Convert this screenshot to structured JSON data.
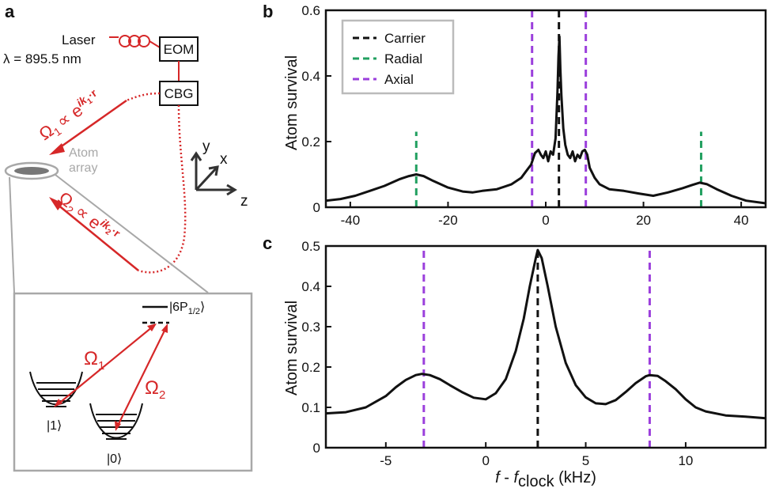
{
  "panel_labels": {
    "a": "a",
    "b": "b",
    "c": "c"
  },
  "schematic": {
    "laser_label": "Laser",
    "wavelength": "λ = 895.5 nm",
    "eom_label": "EOM",
    "cbg_label": "CBG",
    "beam1_omega": "Ω",
    "beam1_sub": "1",
    "beam1_prop": "∝ e",
    "beam1_exp": "ik",
    "beam1_exp_sub": "1",
    "beam1_exp_r": "·r",
    "beam2_omega": "Ω",
    "beam2_sub": "2",
    "beam2_prop": "∝ e",
    "beam2_exp": "ik",
    "beam2_exp_sub": "2",
    "beam2_exp_r": "·r",
    "atom_label_1": "Atom",
    "atom_label_2": "array",
    "axis_x": "x",
    "axis_y": "y",
    "axis_z": "z",
    "level_excited": "|6P",
    "level_excited_sub": "1/2",
    "level_excited_close": "⟩",
    "level_one": "|1⟩",
    "level_zero": "|0⟩",
    "omega1_omega": "Ω",
    "omega1_sub": "1",
    "omega2_omega": "Ω",
    "omega2_sub": "2",
    "colors": {
      "beam": "#d62728",
      "atom": "#a8a8a8"
    }
  },
  "chart_data": [
    {
      "id": "b",
      "type": "line",
      "xlabel": "",
      "ylabel": "Atom survival",
      "xlim": [
        -45,
        45
      ],
      "ylim": [
        0,
        0.6
      ],
      "xticks": [
        -40,
        -20,
        0,
        20,
        40
      ],
      "yticks": [
        0,
        0.2,
        0.4,
        0.6
      ],
      "x": [
        -45,
        -42,
        -39,
        -36,
        -33,
        -30,
        -28,
        -26.5,
        -25,
        -23,
        -20,
        -17,
        -15,
        -13,
        -10,
        -7,
        -5,
        -4,
        -3,
        -2.2,
        -1.5,
        -1,
        -0.5,
        0,
        0.5,
        1,
        1.5,
        2,
        2.4,
        2.6,
        2.8,
        3,
        3.2,
        3.6,
        4,
        4.5,
        5,
        5.5,
        6,
        6.5,
        7,
        7.5,
        8,
        8.5,
        9,
        10,
        11,
        13,
        16,
        19,
        22,
        25,
        28,
        30,
        31.5,
        33,
        35,
        38,
        41,
        45
      ],
      "y": [
        0.02,
        0.025,
        0.035,
        0.05,
        0.065,
        0.085,
        0.095,
        0.1,
        0.095,
        0.08,
        0.06,
        0.048,
        0.045,
        0.05,
        0.055,
        0.07,
        0.09,
        0.11,
        0.13,
        0.165,
        0.175,
        0.16,
        0.15,
        0.17,
        0.14,
        0.17,
        0.16,
        0.21,
        0.35,
        0.46,
        0.52,
        0.42,
        0.34,
        0.24,
        0.19,
        0.16,
        0.15,
        0.17,
        0.14,
        0.16,
        0.15,
        0.17,
        0.175,
        0.16,
        0.12,
        0.09,
        0.07,
        0.055,
        0.05,
        0.042,
        0.035,
        0.045,
        0.058,
        0.068,
        0.075,
        0.07,
        0.055,
        0.035,
        0.02,
        0.012
      ],
      "vlines": [
        {
          "series": "Carrier",
          "x": 2.7
        },
        {
          "series": "Radial",
          "x": -26.5
        },
        {
          "series": "Radial",
          "x": 31.8
        },
        {
          "series": "Axial",
          "x": -2.8
        },
        {
          "series": "Axial",
          "x": 8.2
        }
      ],
      "legend": [
        {
          "name": "Carrier",
          "color": "#111111"
        },
        {
          "name": "Radial",
          "color": "#22a060"
        },
        {
          "name": "Axial",
          "color": "#9b3fdc"
        }
      ],
      "legend_position": "top-left",
      "grid": false
    },
    {
      "id": "c",
      "type": "line",
      "xlabel_main": "f",
      "xlabel_mid": " - ",
      "xlabel_f2": "f",
      "xlabel_sub": "clock",
      "xlabel_unit": " (kHz)",
      "ylabel": "Atom survival",
      "xlim": [
        -8,
        14
      ],
      "ylim": [
        0,
        0.5
      ],
      "xticks": [
        -5,
        0,
        5,
        10
      ],
      "yticks": [
        0,
        0.1,
        0.2,
        0.3,
        0.4,
        0.5
      ],
      "x": [
        -8,
        -7,
        -6,
        -5,
        -4.5,
        -4,
        -3.5,
        -3.2,
        -2.8,
        -2.3,
        -1.8,
        -1.2,
        -0.6,
        0,
        0.5,
        1,
        1.5,
        1.9,
        2.2,
        2.5,
        2.6,
        2.8,
        3.1,
        3.5,
        4,
        4.5,
        5,
        5.5,
        6,
        6.5,
        7,
        7.5,
        8,
        8.2,
        8.6,
        9,
        9.5,
        10,
        10.5,
        11,
        12,
        13,
        14
      ],
      "y": [
        0.085,
        0.088,
        0.1,
        0.128,
        0.15,
        0.168,
        0.18,
        0.183,
        0.18,
        0.17,
        0.155,
        0.138,
        0.124,
        0.12,
        0.135,
        0.17,
        0.24,
        0.32,
        0.4,
        0.47,
        0.49,
        0.47,
        0.4,
        0.3,
        0.21,
        0.155,
        0.125,
        0.11,
        0.108,
        0.118,
        0.138,
        0.16,
        0.177,
        0.18,
        0.178,
        0.165,
        0.145,
        0.12,
        0.1,
        0.09,
        0.08,
        0.077,
        0.073
      ],
      "vlines": [
        {
          "series": "Carrier",
          "x": 2.6
        },
        {
          "series": "Axial",
          "x": -3.1
        },
        {
          "series": "Axial",
          "x": 8.2
        }
      ],
      "grid": false
    }
  ]
}
